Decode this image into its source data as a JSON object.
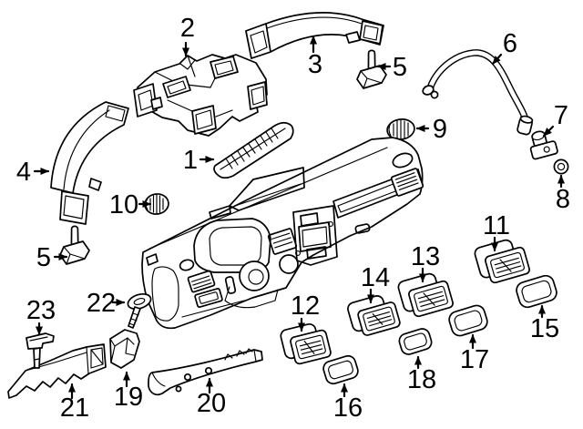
{
  "diagram": {
    "background_color": "#ffffff",
    "line_color": "#000000",
    "callouts": [
      {
        "number": "2"
      },
      {
        "number": "3"
      },
      {
        "number": "5"
      },
      {
        "number": "6"
      },
      {
        "number": "7"
      },
      {
        "number": "8"
      },
      {
        "number": "9"
      },
      {
        "number": "4"
      },
      {
        "number": "1"
      },
      {
        "number": "10"
      },
      {
        "number": "5"
      },
      {
        "number": "23"
      },
      {
        "number": "22"
      },
      {
        "number": "21"
      },
      {
        "number": "19"
      },
      {
        "number": "20"
      },
      {
        "number": "12"
      },
      {
        "number": "16"
      },
      {
        "number": "14"
      },
      {
        "number": "18"
      },
      {
        "number": "13"
      },
      {
        "number": "17"
      },
      {
        "number": "11"
      },
      {
        "number": "15"
      }
    ]
  }
}
